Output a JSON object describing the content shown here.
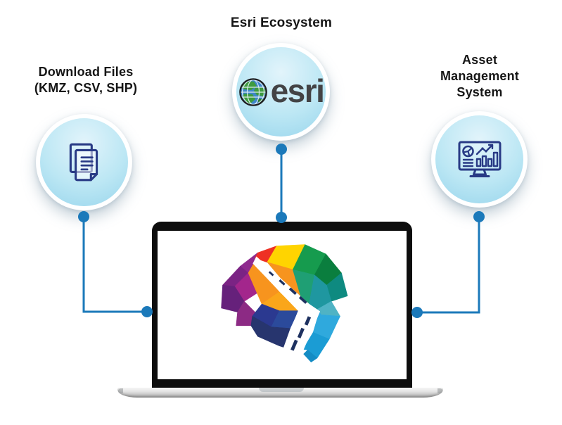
{
  "diagram": {
    "nodes": [
      {
        "id": "download-files",
        "label_lines": [
          "Download Files",
          "(KMZ, CSV, SHP)"
        ],
        "icon": "documents-icon"
      },
      {
        "id": "esri-ecosystem",
        "label_lines": [
          "Esri Ecosystem"
        ],
        "icon": "esri-globe-icon",
        "logo_text": "esri"
      },
      {
        "id": "asset-management",
        "label_lines": [
          "Asset",
          "Management",
          "System"
        ],
        "icon": "dashboard-monitor-icon"
      }
    ],
    "center_device": {
      "type": "laptop",
      "screen_logo": "brain-road-logo"
    },
    "connectors": [
      {
        "from": "download-files",
        "to": "laptop"
      },
      {
        "from": "esri-ecosystem",
        "to": "laptop"
      },
      {
        "from": "asset-management",
        "to": "laptop"
      }
    ]
  },
  "colors": {
    "connector_blue": "#1b79ba",
    "circle_inner_light": "#e2f4fb",
    "circle_inner_mid": "#bce7f4",
    "circle_inner_deep": "#98d5ec",
    "icon_navy": "#283a85",
    "laptop_black": "#0d0d0d",
    "esri_text_gray": "#434345",
    "title_black": "#161616"
  },
  "brain_palette": [
    "#ee3124",
    "#ffd400",
    "#169b4e",
    "#0a7e3e",
    "#0e8a80",
    "#1f97a0",
    "#4fb3c4",
    "#2fa9dd",
    "#1b9cd4",
    "#148cc4",
    "#f7941e",
    "#faa61a",
    "#8f2b8f",
    "#7b2384",
    "#a3268c",
    "#66217b",
    "#2b3990",
    "#27356e",
    "#2b4a9b",
    "#1e3160"
  ]
}
